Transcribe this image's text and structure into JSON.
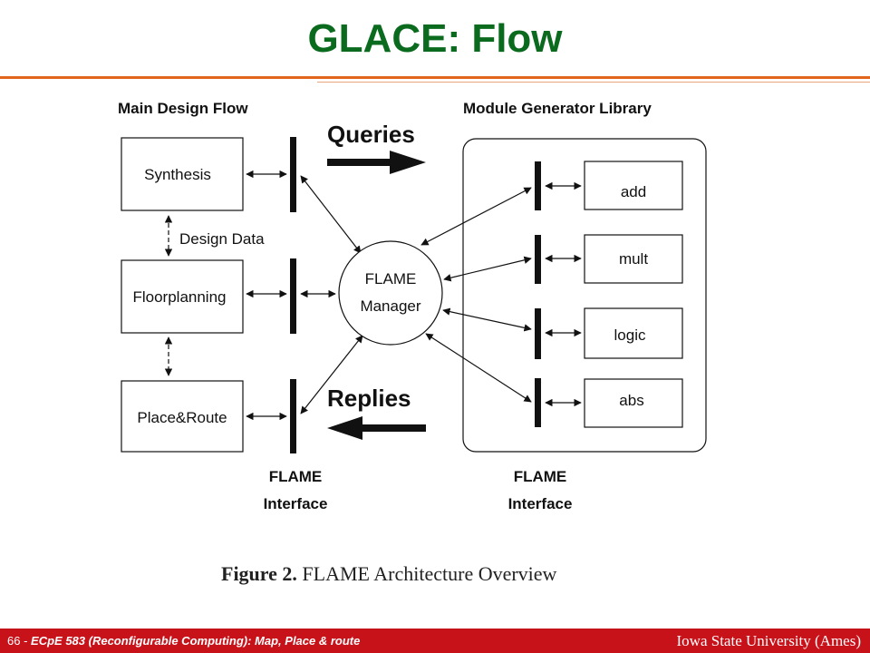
{
  "slide": {
    "title": "GLACE: Flow",
    "footer_number": "66 -",
    "footer_course": "ECpE 583 (Reconfigurable Computing): Map, Place & route",
    "footer_institution": "Iowa State University (Ames)"
  },
  "figure": {
    "main_flow_heading": "Main Design Flow",
    "library_heading": "Module Generator Library",
    "queries_label": "Queries",
    "replies_label": "Replies",
    "design_data_label": "Design Data",
    "stages": [
      "Synthesis",
      "Floorplanning",
      "Place&Route"
    ],
    "manager_line1": "FLAME",
    "manager_line2": "Manager",
    "modules": [
      "add",
      "mult",
      "logic",
      "abs"
    ],
    "interface_left_line1": "FLAME",
    "interface_left_line2": "Interface",
    "interface_right_line1": "FLAME",
    "interface_right_line2": "Interface",
    "caption_figure": "Figure 2.",
    "caption_text": "FLAME Architecture Overview"
  }
}
